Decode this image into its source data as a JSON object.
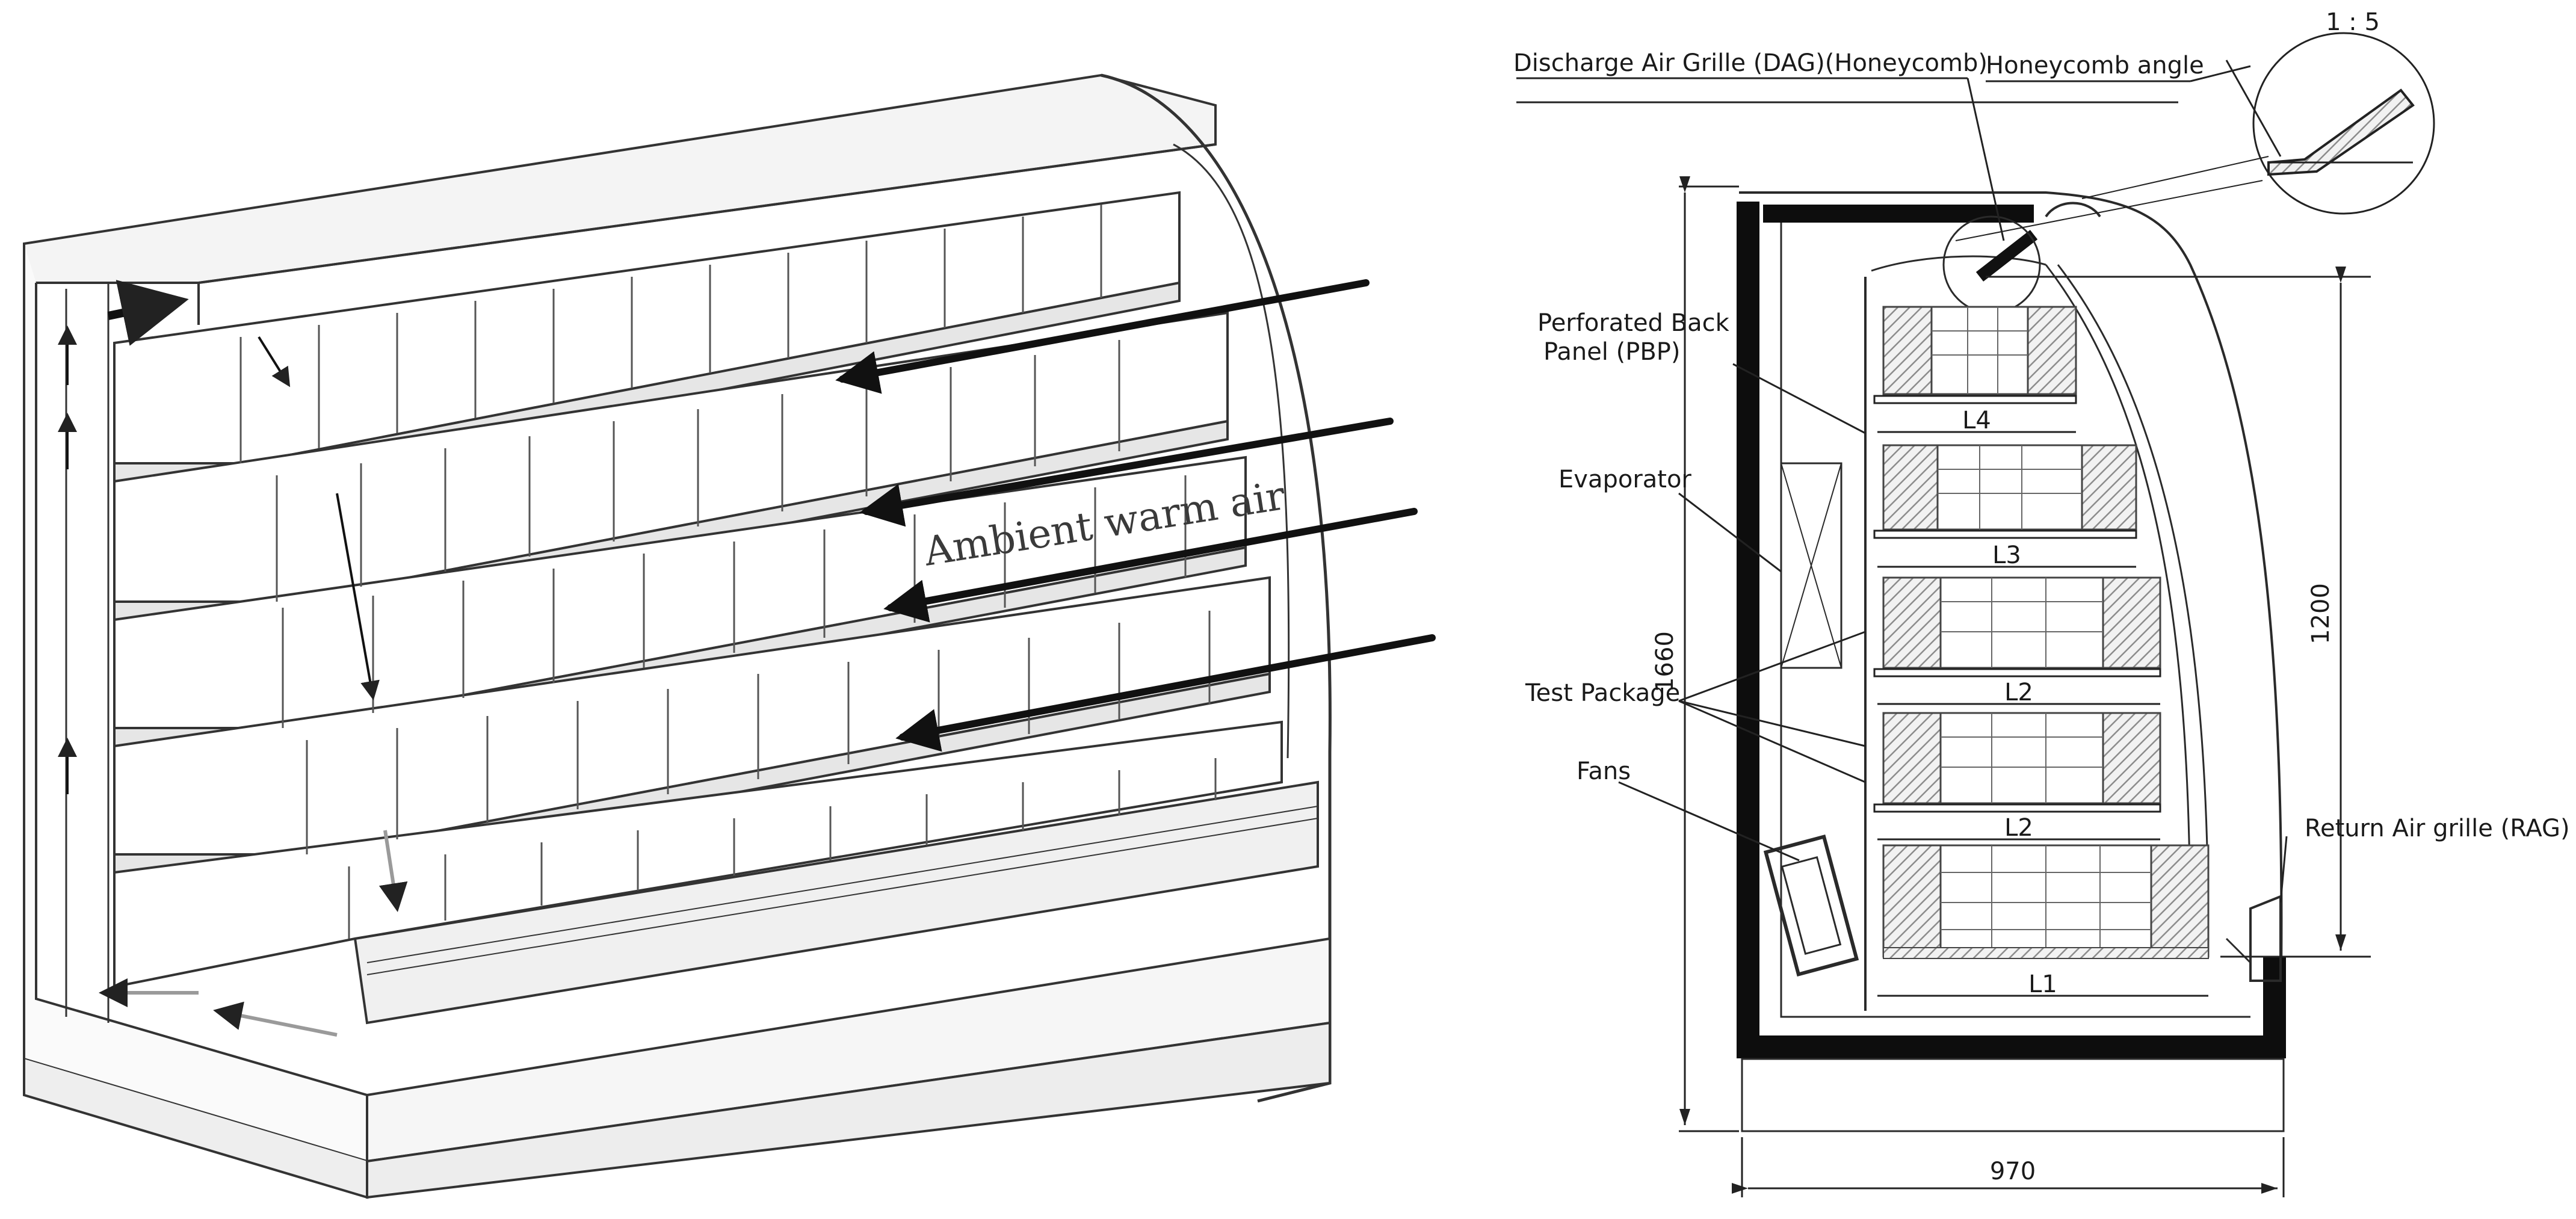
{
  "left_view": {
    "annotation": "Ambient warm air"
  },
  "section_view": {
    "labels": {
      "dag": "Discharge Air Grille (DAG)(Honeycomb)",
      "honeycomb_angle": "Honeycomb angle",
      "pbp_line1": "Perforated Back",
      "pbp_line2": "Panel (PBP)",
      "evaporator": "Evaporator",
      "test_package": "Test Package",
      "fans": "Fans",
      "rag": "Return Air grille (RAG)"
    },
    "scale": "1 : 5",
    "dimensions": {
      "total_height": "1660",
      "shelf_height": "1200",
      "depth": "970"
    },
    "shelf_labels": [
      "L4",
      "L3",
      "L2",
      "L2",
      "L1"
    ]
  },
  "colors": {
    "line": "#2a2a2a",
    "thick_wall": "#0d0d0d",
    "hatch": "#9a9a9a",
    "box_fill": "#ffffff",
    "arrow": "#111111"
  }
}
